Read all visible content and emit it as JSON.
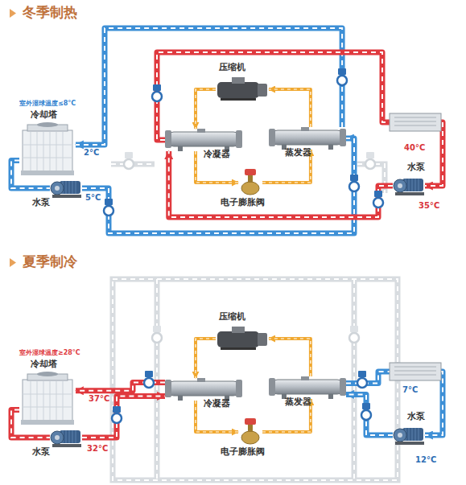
{
  "diagram": {
    "nodes": [
      {
        "text": [
          "室外湿球温度≤8°C",
          "冷却塔"
        ]
      },
      {
        "text": [
          "水泵"
        ]
      },
      {
        "text": [
          "压缩机"
        ]
      },
      {
        "text": [
          "冷凝器"
        ]
      },
      {
        "text": [
          "蒸发器"
        ]
      },
      {
        "text": [
          "电子膨胀阀"
        ]
      },
      {
        "text": [
          "水泵"
        ]
      },
      {
        "text": [
          "室外湿球温度≥28°C",
          "冷却塔"
        ]
      },
      {
        "text": [
          "水泵"
        ]
      },
      {
        "text": [
          "压缩机"
        ]
      },
      {
        "text": [
          "冷凝器"
        ]
      },
      {
        "text": [
          "蒸发器"
        ]
      },
      {
        "text": [
          "电子膨胀阀"
        ]
      },
      {
        "text": [
          "水泵"
        ]
      }
    ],
    "edges": [
      {
        "from": 2,
        "to": 3,
        "arrow": "to"
      },
      {
        "from": 3,
        "to": 5,
        "arrow": "to"
      },
      {
        "from": 5,
        "to": 4,
        "arrow": "to"
      },
      {
        "from": 4,
        "to": 2,
        "arrow": "to"
      },
      {
        "from": 0,
        "to": 1,
        "arrow": "none"
      },
      {
        "from": 1,
        "to": 4,
        "arrow": "to"
      },
      {
        "from": 4,
        "to": 0,
        "arrow": "to"
      },
      {
        "from": 3,
        "to": 6,
        "arrow": "to"
      },
      {
        "from": 6,
        "to": 3,
        "arrow": "to"
      },
      {
        "from": 9,
        "to": 10,
        "arrow": "to"
      },
      {
        "from": 10,
        "to": 12,
        "arrow": "to"
      },
      {
        "from": 12,
        "to": 11,
        "arrow": "to"
      },
      {
        "from": 11,
        "to": 9,
        "arrow": "to"
      },
      {
        "from": 7,
        "to": 8,
        "arrow": "none"
      },
      {
        "from": 8,
        "to": 10,
        "arrow": "to"
      },
      {
        "from": 10,
        "to": 7,
        "arrow": "to"
      },
      {
        "from": 11,
        "to": 13,
        "arrow": "to"
      },
      {
        "from": 13,
        "to": 11,
        "arrow": "to"
      }
    ],
    "labels": [
      "冬季制热",
      "2°C",
      "5°C",
      "40°C",
      "35°C",
      "夏季制冷",
      "37°C",
      "32°C",
      "7°C",
      "12°C"
    ]
  }
}
